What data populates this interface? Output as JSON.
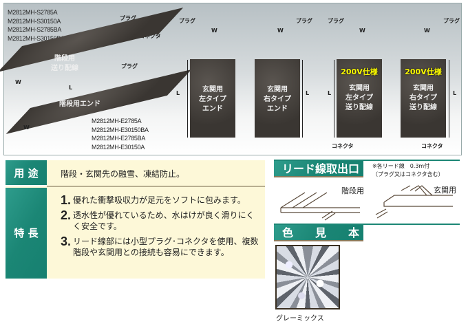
{
  "top_panel": {
    "stair_feed": {
      "models": [
        "M2812MH-S2785A",
        "M2812MH-S30150A",
        "M2812MH-S2785BA",
        "M2812MH-S30150BA"
      ],
      "label_line1": "階段用",
      "label_line2": "送り配線",
      "plug": "プラグ",
      "connector": "コネクタ",
      "w": "W",
      "l": "L"
    },
    "stair_end": {
      "models": [
        "M2812MH-E2785A",
        "M2812MH-E30150BA",
        "M2812MH-E2785BA",
        "M2812MH-E30150A"
      ],
      "label": "階段用エンド",
      "plug": "プラグ",
      "w": "W"
    },
    "entrance_mats": [
      {
        "lines": [
          "玄関用",
          "左タイプ",
          "エンド"
        ],
        "plug": "プラグ",
        "w": "W",
        "l": "L"
      },
      {
        "lines": [
          "玄関用",
          "右タイプ",
          "エンド"
        ],
        "plug": "プラグ",
        "w": "W",
        "l": "L"
      },
      {
        "badge": "200V仕様",
        "lines": [
          "玄関用",
          "左タイプ",
          "送り配線"
        ],
        "plug": "プラグ",
        "connector": "コネクタ",
        "w": "W",
        "l": "L"
      },
      {
        "badge": "200V仕様",
        "lines": [
          "玄関用",
          "右タイプ",
          "送り配線"
        ],
        "plug": "プラグ",
        "connector": "コネクタ",
        "w": "W",
        "l": "L"
      }
    ]
  },
  "usage": {
    "label": "用 途",
    "text": "階段・玄関先の融雪、凍結防止。"
  },
  "features": {
    "label": "特 長",
    "items": [
      {
        "num": "1.",
        "text": "優れた衝撃吸収力が足元をソフトに包みます。"
      },
      {
        "num": "2.",
        "text": "透水性が優れているため、水はけが良く滑りにくく安全です。"
      },
      {
        "num": "3.",
        "text": "リード線部には小型プラグ･コネクタを使用、複数階段や玄関用との接続も容易にできます。"
      }
    ]
  },
  "lead_wire": {
    "title": "リード線取出口",
    "note1": "※各リード線　0.3m付",
    "note2": "（プラグ又はコネクタ含む）",
    "stair_label": "階段用",
    "entrance_label": "玄関用"
  },
  "color_sample": {
    "title": "色　　見　　本",
    "name": "グレーミックス",
    "colors": {
      "teal": "#1b8675",
      "cream": "#fdf8d8"
    }
  }
}
